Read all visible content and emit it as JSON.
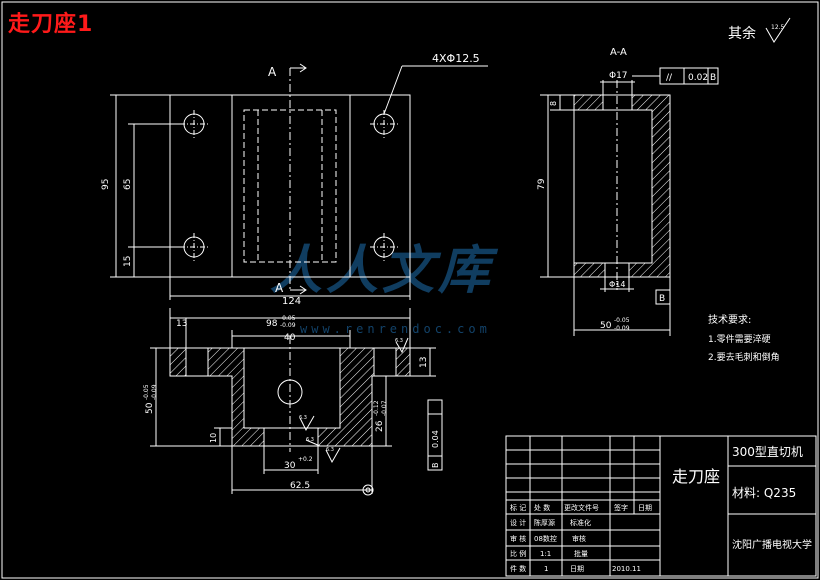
{
  "header": {
    "title": "走刀座1"
  },
  "roughness_note": {
    "label": "其余",
    "value": "12.5"
  },
  "front_view": {
    "section_label_top": "A",
    "section_label_bottom": "A",
    "hole_callout": "4XΦ12.5",
    "dim_total_height": "95",
    "dim_hole_spacing": "65",
    "dim_bottom": "15",
    "dim_width": "124"
  },
  "section_view": {
    "label": "A-A",
    "dim_bore_top": "Φ17",
    "tolerance_symbol": "//",
    "tolerance_value": "0.02",
    "tolerance_datum": "B",
    "dim_top": "8",
    "dim_height": "79",
    "dim_bore_bottom": "Φ14",
    "datum_label": "B",
    "dim_width": "50",
    "dim_width_tol_upper": "-0.05",
    "dim_width_tol_lower": "-0.09"
  },
  "bottom_view": {
    "dim_13_left": "13",
    "dim_98": "98",
    "dim_98_tol_upper": "-0.05",
    "dim_98_tol_lower": "-0.09",
    "dim_40": "40",
    "dim_13_right": "13",
    "dim_50": "50",
    "dim_50_tol_upper": "-0.05",
    "dim_50_tol_lower": "-0.09",
    "dim_10": "10",
    "dim_26": "26",
    "dim_26_tol_upper": "-0.12",
    "dim_26_tol_lower": "-0.07",
    "dim_30": "30",
    "dim_30_tol": "+0.2",
    "dim_62_5": "62.5",
    "roughness_a": "6.3",
    "roughness_b": "6.3",
    "roughness_c": "6.3",
    "roughness_d": "6.3",
    "flatness_value": "0.04",
    "flatness_datum": "B"
  },
  "tech_req": {
    "title": "技术要求:",
    "line1": "1.零件需要淬硬",
    "line2": "2.要去毛刺和倒角"
  },
  "title_block": {
    "part_name": "走刀座",
    "machine": "300型直切机",
    "material": "材料: Q235",
    "school": "沈阳广播电视大学",
    "headers": [
      "标 记",
      "处 数",
      "更改文件号",
      "签字",
      "日期"
    ],
    "row_design": [
      "设 计",
      "陈厚源",
      "标准化"
    ],
    "row_check": [
      "审 核",
      "08数控",
      "审核"
    ],
    "row_scale": [
      "比 例",
      "1:1",
      "批量"
    ],
    "row_sheet": [
      "件 数",
      "1",
      "日期",
      "2010.11"
    ]
  },
  "watermark": {
    "text": "人人文库",
    "url": "www.renrendoc.com"
  }
}
